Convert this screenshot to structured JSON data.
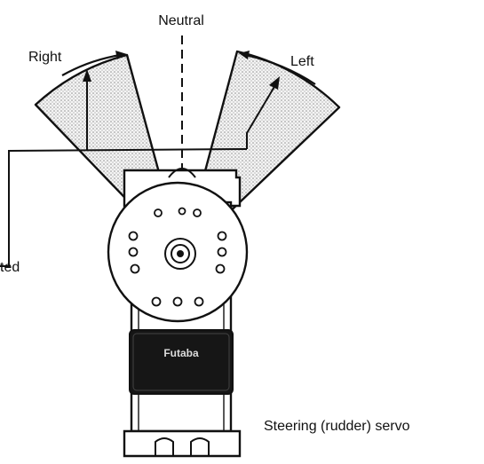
{
  "labels": {
    "neutral": "Neutral",
    "right": "Right",
    "left": "Left",
    "adjusted_partial": "ted",
    "caption": "Steering (rudder) servo",
    "brand": "Futaba"
  },
  "colors": {
    "ink": "#111111",
    "stipple": "#8a8a8a",
    "servo_label_bg": "#161616"
  }
}
